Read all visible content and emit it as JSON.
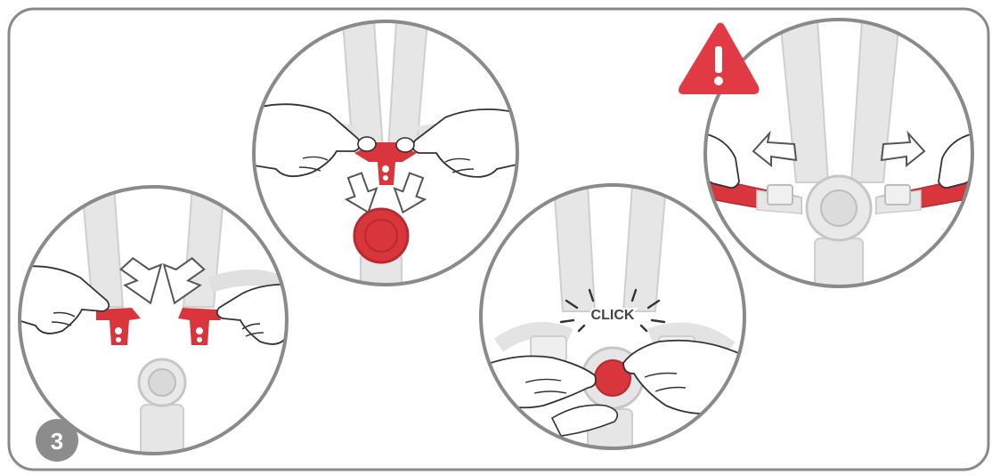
{
  "step_number": "3",
  "click_label": "CLICK",
  "warning_icon": "warning-triangle-icon",
  "colors": {
    "accent_red": "#d9353c",
    "frame_stroke": "#8a8a8a",
    "strap_gray": "#e4e4e4",
    "strap_outline": "#cfcfcf",
    "badge_fill": "#8c8c8c"
  },
  "panels": [
    {
      "id": "separate-buckle-tongues",
      "icons": [
        "hand-icon",
        "hand-icon",
        "arrow-icon",
        "arrow-icon",
        "buckle-tongue-icon",
        "buckle-tongue-icon",
        "buckle-button-icon"
      ]
    },
    {
      "id": "join-buckle-tongues",
      "icons": [
        "hand-icon",
        "hand-icon",
        "buckle-tongue-icon",
        "arrow-icon",
        "arrow-icon",
        "buckle-button-icon"
      ]
    },
    {
      "id": "insert-into-buckle",
      "icons": [
        "hand-icon",
        "hand-icon",
        "buckle-button-icon",
        "click-burst-icon"
      ]
    },
    {
      "id": "tighten-harness",
      "icons": [
        "warning-triangle-icon",
        "arrow-icon",
        "arrow-icon",
        "buckle-button-icon",
        "strap-adjuster-icon"
      ]
    }
  ]
}
